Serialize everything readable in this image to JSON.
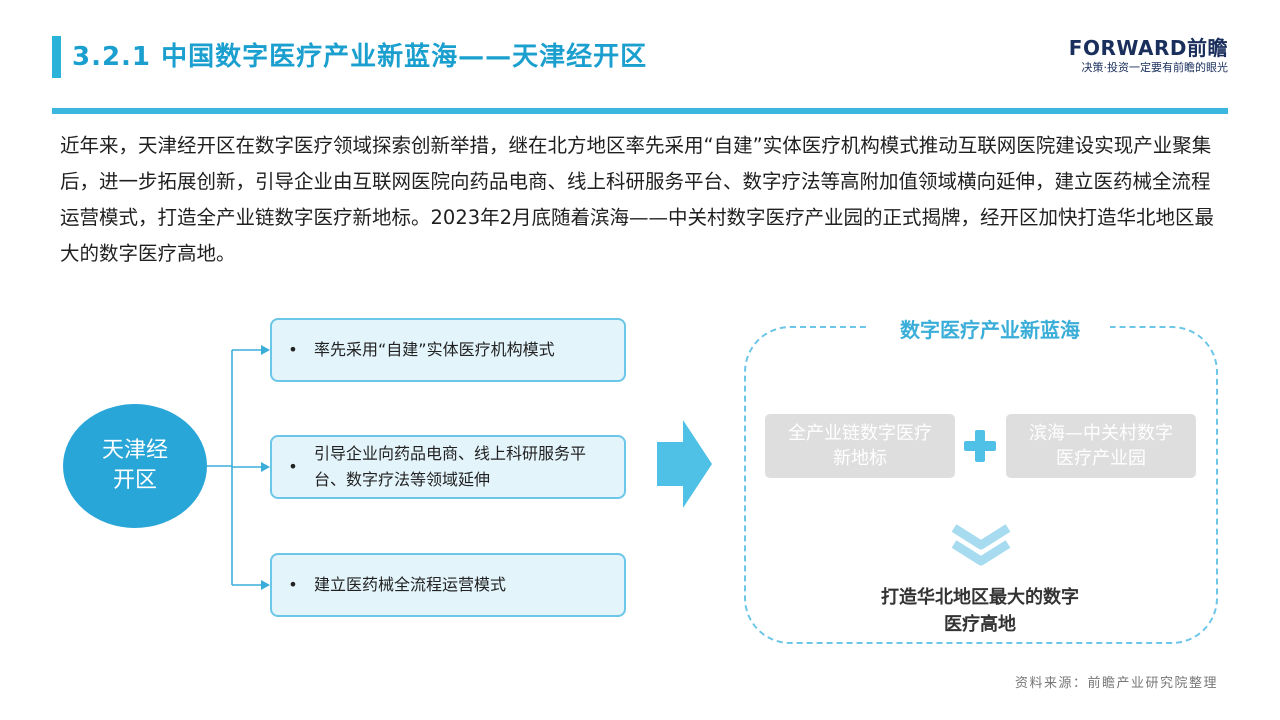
{
  "header": {
    "title": "3.2.1 中国数字医疗产业新蓝海——天津经开区",
    "logo_text": "FORWARD前瞻",
    "logo_slogan": "决策·投资一定要有前瞻的眼光"
  },
  "intro": {
    "paragraph": "近年来，天津经开区在数字医疗领域探索创新举措，继在北方地区率先采用“自建”实体医疗机构模式推动互联网医院建设实现产业聚集后，进一步拓展创新，引导企业由互联网医院向药品电商、线上科研服务平台、数字疗法等高附加值领域横向延伸，建立医药械全流程运营模式，打造全产业链数字医疗新地标。2023年2月底随着滨海——中关村数字医疗产业园的正式揭牌，经开区加快打造华北地区最大的数字医疗高地。"
  },
  "diagram": {
    "center": "天津经开区",
    "bullet": "•",
    "branches": [
      "率先采用“自建”实体医疗机构模式",
      "引导企业向药品电商、线上科研服务平台、数字疗法等领域延伸",
      "建立医药械全流程运营模式"
    ],
    "panel_title": "数字医疗产业新蓝海",
    "panel_left": "全产业链数字医疗新地标",
    "panel_right": "滨海—中关村数字医疗产业园",
    "plus_icon": "plus-icon",
    "chevron_icon": "double-chevron-down-icon",
    "arrow_icon": "right-arrow-icon",
    "result": "打造华北地区最大的数字医疗高地"
  },
  "footer": {
    "source": "资料来源：前瞻产业研究院整理"
  },
  "colors": {
    "accent": "#29b3d9",
    "title": "#1a9fcf",
    "circle": "#29a6d8",
    "box_fill": "#e3f4fb",
    "box_border": "#6cc6e8",
    "gray_box": "#dedede",
    "logo": "#1a2f5c"
  }
}
